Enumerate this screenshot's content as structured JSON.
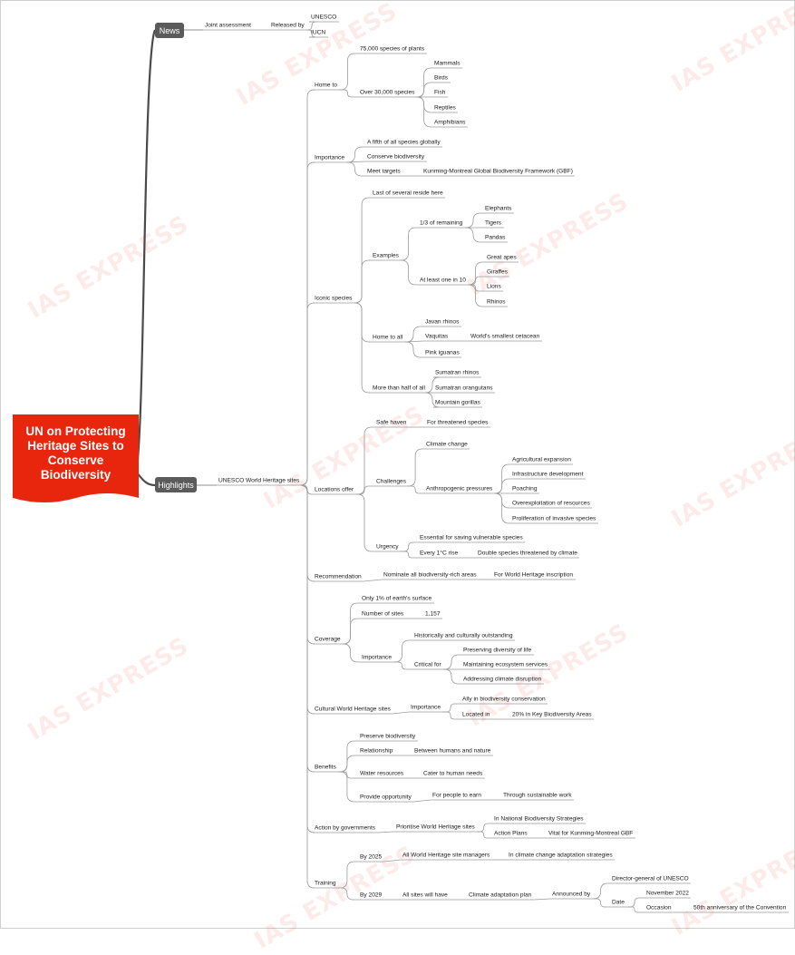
{
  "title": "UN on Protecting Heritage Sites to Conserve Biodiversity",
  "watermark": "IAS EXPRESS",
  "colors": {
    "root_fill": "#e8260e",
    "branch_box": "#5b5b5b",
    "trunk": "#4a4a4a",
    "connector": "#9a9a9a"
  },
  "mindmap": {
    "news": {
      "label": "News",
      "joint": "Joint assessment",
      "released_by": "Released by",
      "orgs": [
        "UNESCO",
        "IUCN"
      ]
    },
    "highlights": {
      "label": "Highlights",
      "sites": "UNESCO World Heritage sites",
      "home_to": {
        "label": "Home to",
        "plants": "75,000 species of plants",
        "species": "Over 30,000 species",
        "groups": [
          "Mammals",
          "Birds",
          "Fish",
          "Reptiles",
          "Amphibians"
        ]
      },
      "importance": {
        "label": "Importance",
        "items": [
          "A fifth of all species globally",
          "Conserve biodiversity"
        ],
        "meet_targets": "Meet targets",
        "gbf": "Kunming-Montreal Global Biodiversity Framework (GBF)"
      },
      "iconic": {
        "label": "Iconic species",
        "last": "Last of several reside here",
        "examples": "Examples",
        "third": "1/3 of remaining",
        "third_items": [
          "Elephants",
          "Tigers",
          "Pandas"
        ],
        "tenth": "At least one in 10",
        "tenth_items": [
          "Great apes",
          "Giraffes",
          "Lions",
          "Rhinos"
        ],
        "home_all": "Home to all",
        "javan": "Javan rhinos",
        "vaquitas": "Vaquitas",
        "cetacean": "World's smallest cetacean",
        "iguanas": "Pink iguanas",
        "half": "More than half of all",
        "half_items": [
          "Sumatran rhinos",
          "Sumatran orangutans",
          "Mountain gorillas"
        ]
      },
      "locations": {
        "label": "Locations offer",
        "safe": "Safe haven",
        "threatened": "For threatened species",
        "challenges": "Challenges",
        "climate": "Climate change",
        "anthro": "Anthropogenic pressures",
        "pressures": [
          "Agricultural expansion",
          "Infrastructure development",
          "Poaching",
          "Overexploitation of resources",
          "Proliferation of invasive species"
        ],
        "urgency": "Urgency",
        "essential": "Essential for saving vulnerable species",
        "every": "Every 1°C rise",
        "double": "Double species threatened by climate"
      },
      "recommendation": {
        "label": "Recommendation",
        "nominate": "Nominate all biodiversity-rich areas",
        "inscription": "For World Heritage inscription"
      },
      "coverage": {
        "label": "Coverage",
        "surface": "Only 1% of earth's surface",
        "number_label": "Number of sites",
        "number": "1,157",
        "importance": "Importance",
        "historic": "Historically and culturally outstanding",
        "critical": "Critical for",
        "critical_items": [
          "Preserving diversity of life",
          "Maintaining ecosystem services",
          "Addressing climate disruption"
        ]
      },
      "cultural": {
        "label": "Cultural World Heritage sites",
        "importance": "Importance",
        "ally": "Ally in biodiversity conservation",
        "located": "Located in",
        "kba": "20% in Key Biodiversity Areas"
      },
      "benefits": {
        "label": "Benefits",
        "preserve": "Preserve biodiversity",
        "relationship": "Relationship",
        "between": "Between humans and nature",
        "water": "Water resources",
        "cater": "Cater to human needs",
        "provide": "Provide opportunity",
        "earn": "For people to earn",
        "sustainable": "Through sustainable work"
      },
      "action": {
        "label": "Action by governments",
        "prioritise": "Prioritise World Heritage sites",
        "nbs": "In National Biodiversity Strategies",
        "plans": "Action Plans",
        "vital": "Vital for Kunming-Montreal GBF"
      },
      "training": {
        "label": "Training",
        "by2025": "By 2025",
        "managers": "All World Heritage site managers",
        "adaptation": "In climate change adaptation strategies",
        "by2029": "By 2029",
        "all_sites": "All sites will have",
        "plan": "Climate adaptation plan",
        "announced": "Announced by",
        "dg": "Director-general of UNESCO",
        "date": "Date",
        "nov": "November 2022",
        "occasion": "Occasion",
        "anniversary": "50th anniversary of the Convention"
      }
    }
  }
}
